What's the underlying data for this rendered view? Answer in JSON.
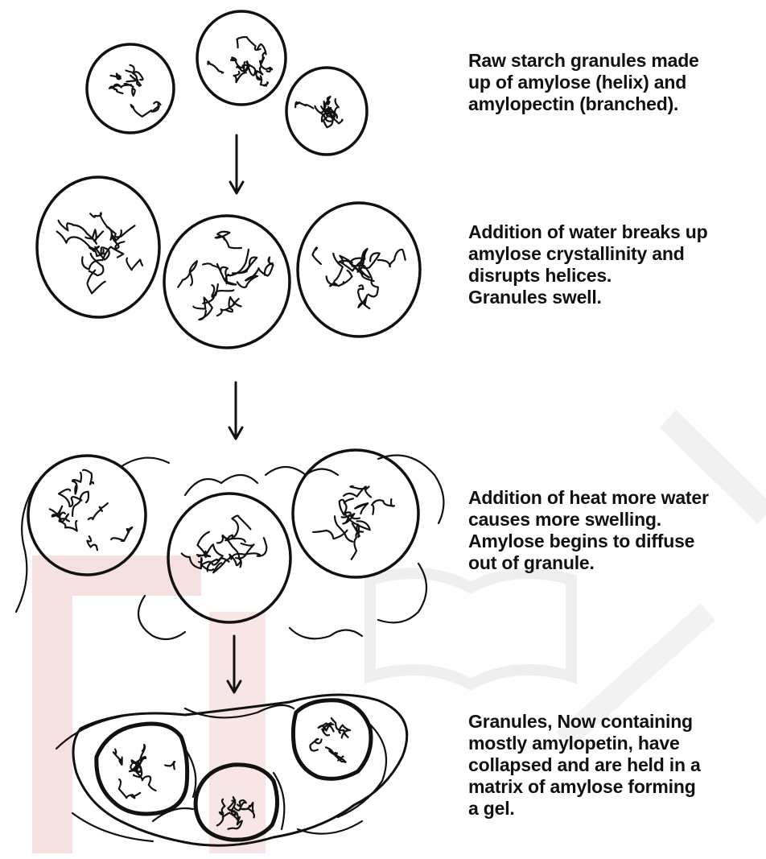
{
  "stages": [
    {
      "lines": [
        "Raw starch granules made",
        "up of amylose (helix) and",
        "amylopectin (branched)."
      ]
    },
    {
      "lines": [
        "Addition of water breaks up",
        "amylose crystallinity and",
        "disrupts helices.",
        "Granules swell."
      ]
    },
    {
      "lines": [
        "Addition of heat more water",
        "causes more swelling.",
        "Amylose begins to diffuse",
        "out of granule."
      ]
    },
    {
      "lines": [
        "Granules, Now containing",
        "mostly amylopetin, have",
        "collapsed and are held in a",
        "matrix of amylose forming",
        "a gel."
      ]
    }
  ],
  "colors": {
    "ink": "#111111",
    "watermark": "#f3d5d5",
    "watermark_gray": "#ececec"
  }
}
